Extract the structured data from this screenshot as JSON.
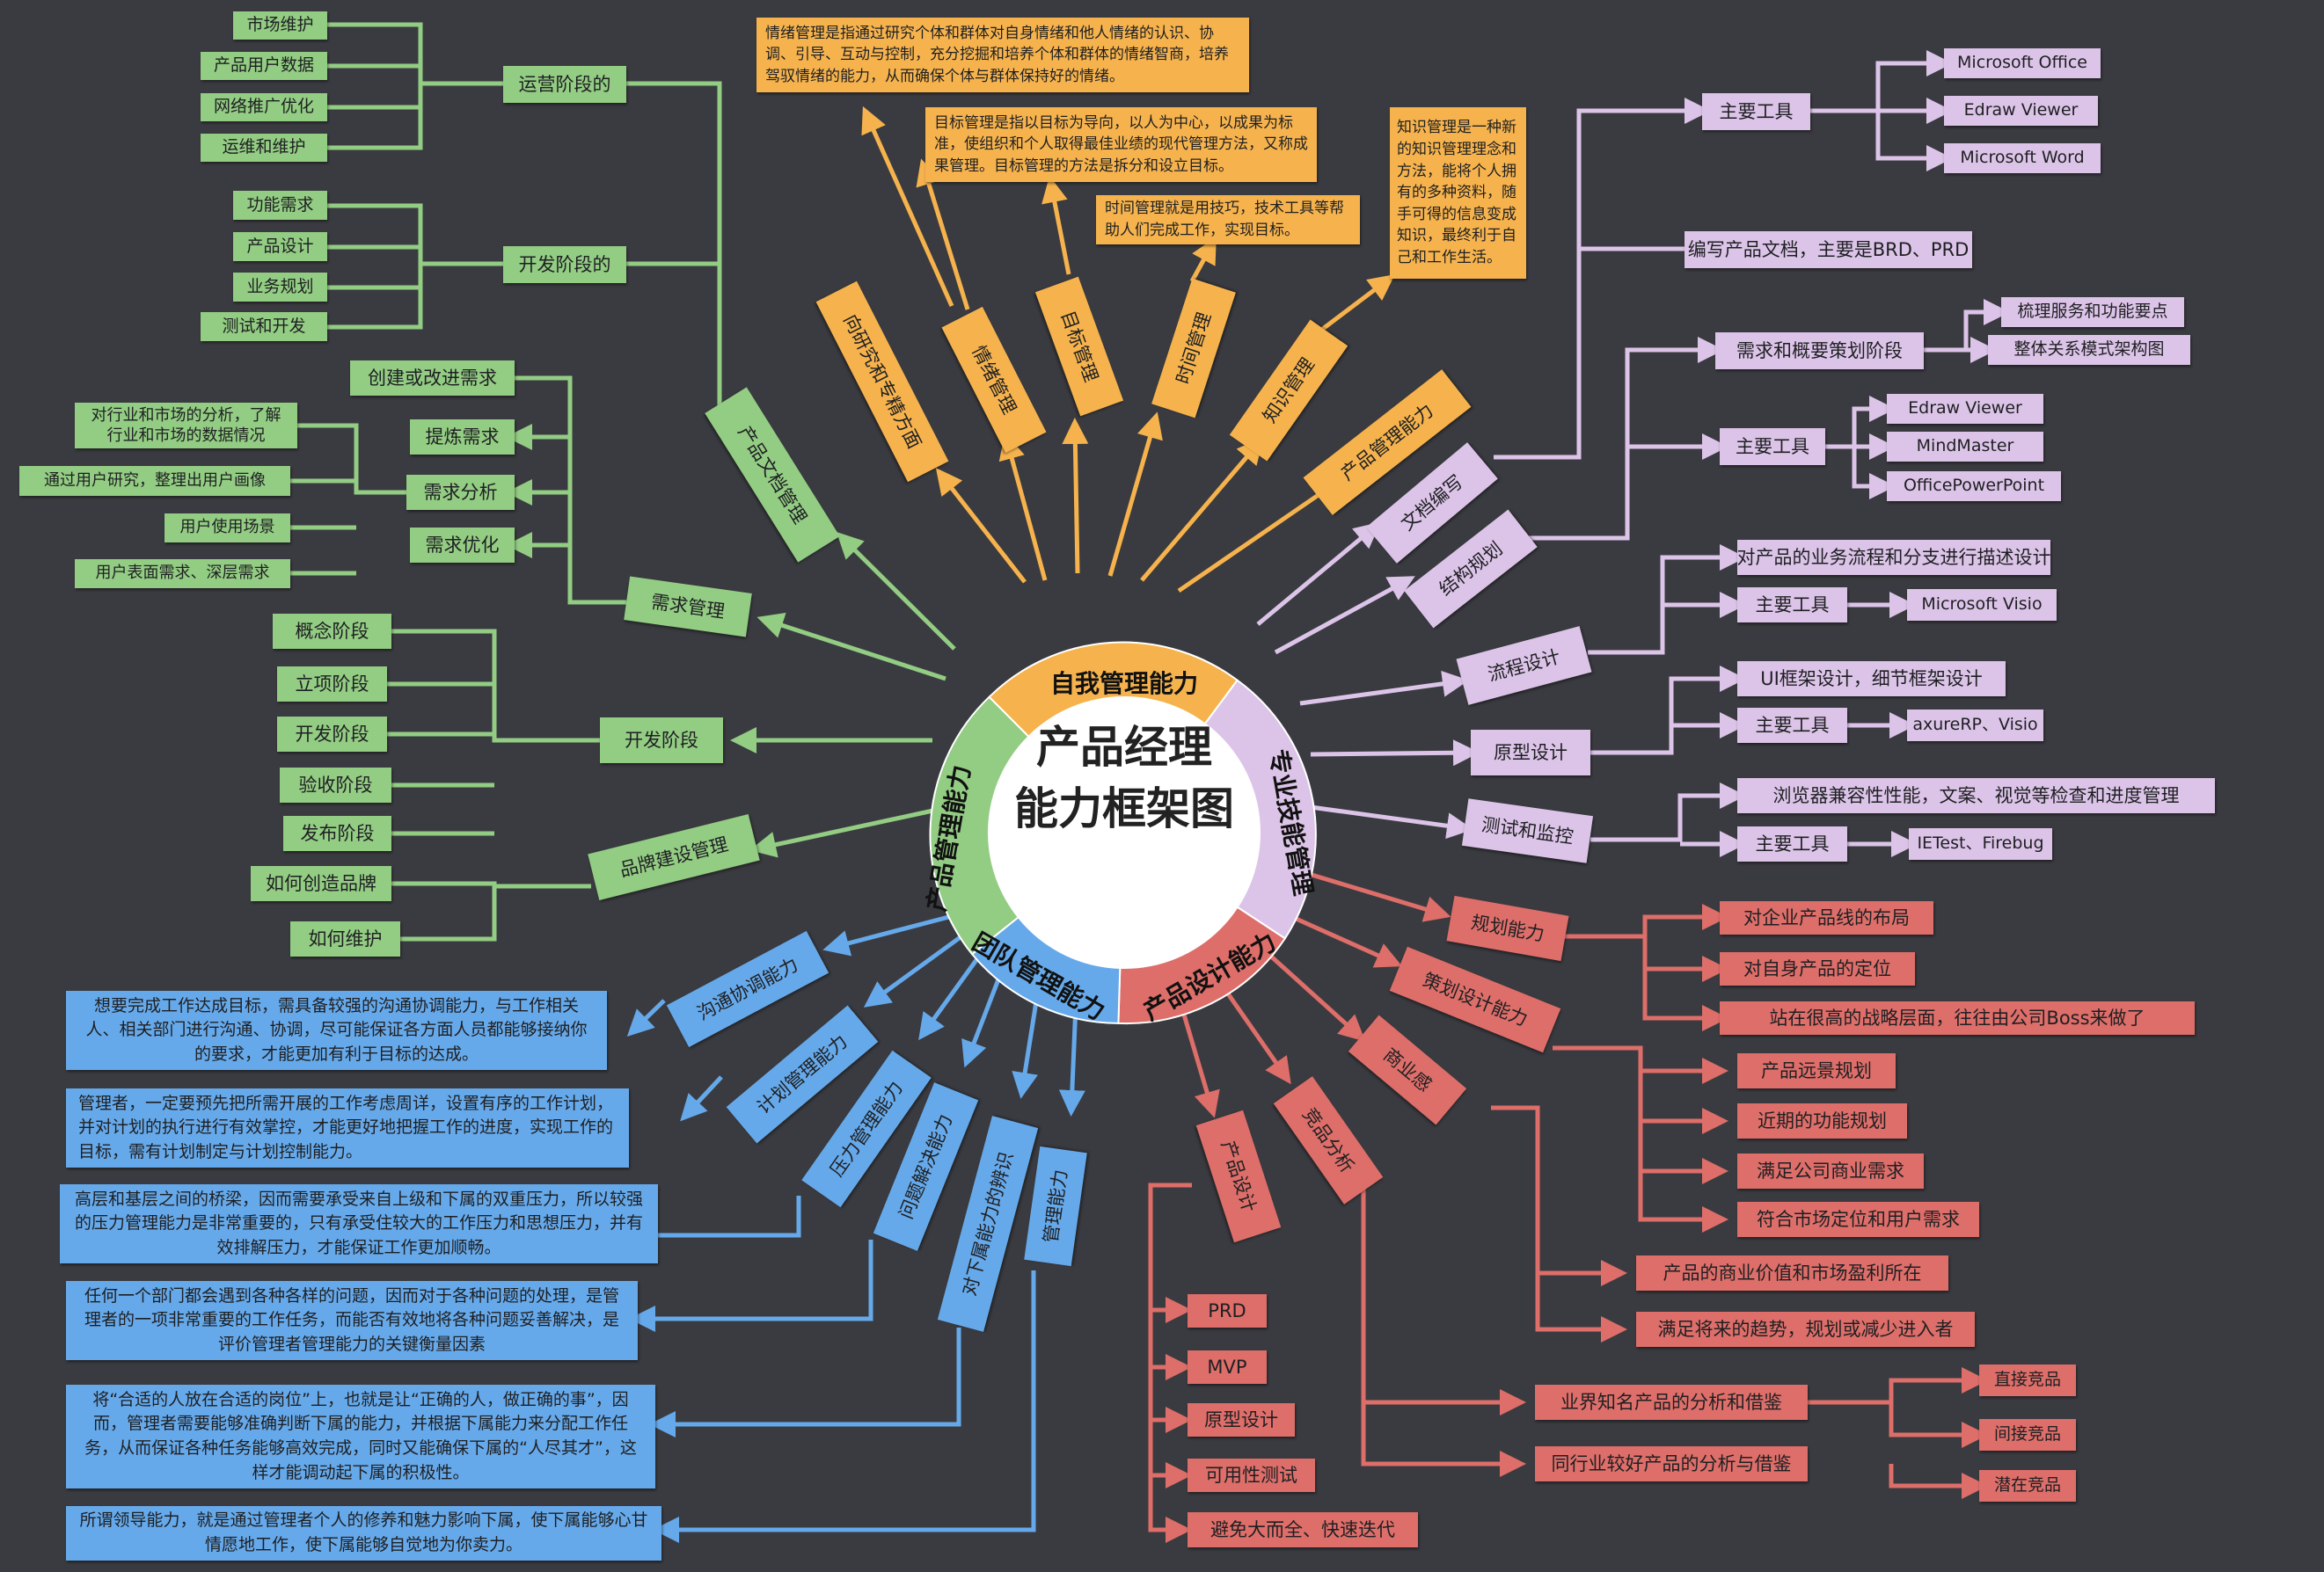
{
  "center_title": "产品经理能力框架图",
  "center_line1": "产品经理",
  "center_line2": "能力框架图",
  "palette": {
    "background": "#3a3b40",
    "product_mgmt": "#93cc83",
    "self_mgmt": "#f6b34d",
    "professional": "#dcc4e8",
    "design": "#dd6e69",
    "team": "#66a9ea"
  },
  "segments": {
    "product_mgmt": "产品管理能力",
    "self_mgmt": "自我管理能力",
    "professional": "专业技能管理",
    "design": "产品设计能力",
    "team": "团队管理能力"
  },
  "product_mgmt": {
    "doc_mgmt": "产品文档管理",
    "operation_stage": "运营阶段的",
    "operation_items": [
      "市场维护",
      "产品用户数据",
      "网络推广优化",
      "运维和维护"
    ],
    "dev_stage_doc": "开发阶段的",
    "dev_doc_items": [
      "功能需求",
      "产品设计",
      "业务规划",
      "测试和开发"
    ],
    "req_mgmt": "需求管理",
    "req_items": [
      "创建或改进需求",
      "提炼需求",
      "需求分析",
      "需求优化"
    ],
    "analysis_items": [
      "对行业和市场的分析，了解行业和市场的数据情况",
      "通过用户研究，整理出用户画像",
      "用户使用场景",
      "用户表面需求、深层需求"
    ],
    "dev_stage": "开发阶段",
    "dev_items": [
      "概念阶段",
      "立项阶段",
      "开发阶段",
      "验收阶段",
      "发布阶段"
    ],
    "brand": "品牌建设管理",
    "brand_items": [
      "如何创造品牌",
      "如何维护"
    ]
  },
  "self_mgmt": {
    "branches": [
      "向研究和专精方面",
      "情绪管理",
      "目标管理",
      "时间管理",
      "知识管理",
      "产品管理能力"
    ],
    "emotion_note": "情绪管理是指通过研究个体和群体对自身情绪和他人情绪的认识、协调、引导、互动与控制，充分挖掘和培养个体和群体的情绪智商，培养驾驭情绪的能力，从而确保个体与群体保持好的情绪。",
    "goal_note": "目标管理是指以目标为导向，以人为中心，以成果为标准，使组织和个人取得最佳业绩的现代管理方法，又称成果管理。目标管理的方法是拆分和设立目标。",
    "time_note": "时间管理就是用技巧，技术工具等帮助人们完成工作，实现目标。",
    "knowledge_note": "知识管理是一种新的知识管理理念和方法，能将个人拥有的多种资料，随手可得的信息变成知识，最终利于自己和工作生活。"
  },
  "professional": {
    "doc_writing": "文档编写",
    "main_tools": "主要工具",
    "doc_tools": [
      "Microsoft Office",
      "Edraw Viewer",
      "Microsoft Word"
    ],
    "write_docs": "编写产品文档，主要是BRD、PRD",
    "structure": "结构规划",
    "planning_stage": "需求和概要策划阶段",
    "planning_items": [
      "梳理服务和功能要点",
      "整体关系模式架构图"
    ],
    "structure_tools_label": "主要工具",
    "structure_tools": [
      "Edraw Viewer",
      "MindMaster",
      "OfficePowerPoint"
    ],
    "flow": "流程设计",
    "flow_desc": "对产品的业务流程和分支进行描述设计",
    "flow_tools_label": "主要工具",
    "flow_tool": "Microsoft Visio",
    "proto": "原型设计",
    "proto_desc": "UI框架设计，细节框架设计",
    "proto_tools_label": "主要工具",
    "proto_tool": "axureRP、Visio",
    "test": "测试和监控",
    "test_desc": "浏览器兼容性性能，文案、视觉等检查和进度管理",
    "test_tools_label": "主要工具",
    "test_tool": "IETest、Firebug"
  },
  "design": {
    "planning": "规划能力",
    "planning_items": [
      "对企业产品线的布局",
      "对自身产品的定位",
      "站在很高的战略层面，往往由公司Boss来做了"
    ],
    "strategy": "策划设计能力",
    "strategy_items": [
      "产品远景规划",
      "近期的功能规划",
      "满足公司商业需求",
      "符合市场定位和用户需求"
    ],
    "business": "商业感",
    "business_items": [
      "产品的商业价值和市场盈利所在",
      "满足将来的趋势，规划或减少进入者"
    ],
    "competitive": "竞品分析",
    "competitive_items": [
      "业界知名产品的分析和借鉴",
      "同行业较好产品的分析与借鉴"
    ],
    "competitor_types": [
      "直接竞品",
      "间接竞品",
      "潜在竞品"
    ],
    "product_design": "产品设计",
    "product_design_items": [
      "PRD",
      "MVP",
      "原型设计",
      "可用性测试",
      "避免大而全、快速迭代"
    ]
  },
  "team": {
    "communication": "沟通协调能力",
    "communication_note": "想要完成工作达成目标，需具备较强的沟通协调能力，与工作相关人、相关部门进行沟通、协调，尽可能保证各方面人员都能够接纳你的要求，才能更加有利于目标的达成。",
    "planning": "计划管理能力",
    "planning_note": "管理者，一定要预先把所需开展的工作考虑周详，设置有序的工作计划，并对计划的执行进行有效掌控，才能更好地把握工作的进度，实现工作的目标，需有计划制定与计划控制能力。",
    "pressure": "压力管理能力",
    "pressure_note": "高层和基层之间的桥梁，因而需要承受来自上级和下属的双重压力，所以较强的压力管理能力是非常重要的，只有承受住较大的工作压力和思想压力，并有效排解压力，才能保证工作更加顺畅。",
    "problem": "问题解决能力",
    "problem_note": "任何一个部门都会遇到各种各样的问题，因而对于各种问题的处理，是管理者的一项非常重要的工作任务，而能否有效地将各种问题妥善解决，是评价管理者管理能力的关键衡量因素",
    "judge": "对下属能力的辨识",
    "judge_note": "将“合适的人放在合适的岗位”上，也就是让“正确的人，做正确的事”，因而，管理者需要能够准确判断下属的能力，并根据下属能力来分配工作任务，从而保证各种任务能够高效完成，同时又能确保下属的“人尽其才”，这样才能调动起下属的积极性。",
    "leadership": "管理能力",
    "leadership_note": "所谓领导能力，就是通过管理者个人的修养和魅力影响下属，使下属能够心甘情愿地工作，使下属能够自觉地为你卖力。"
  }
}
